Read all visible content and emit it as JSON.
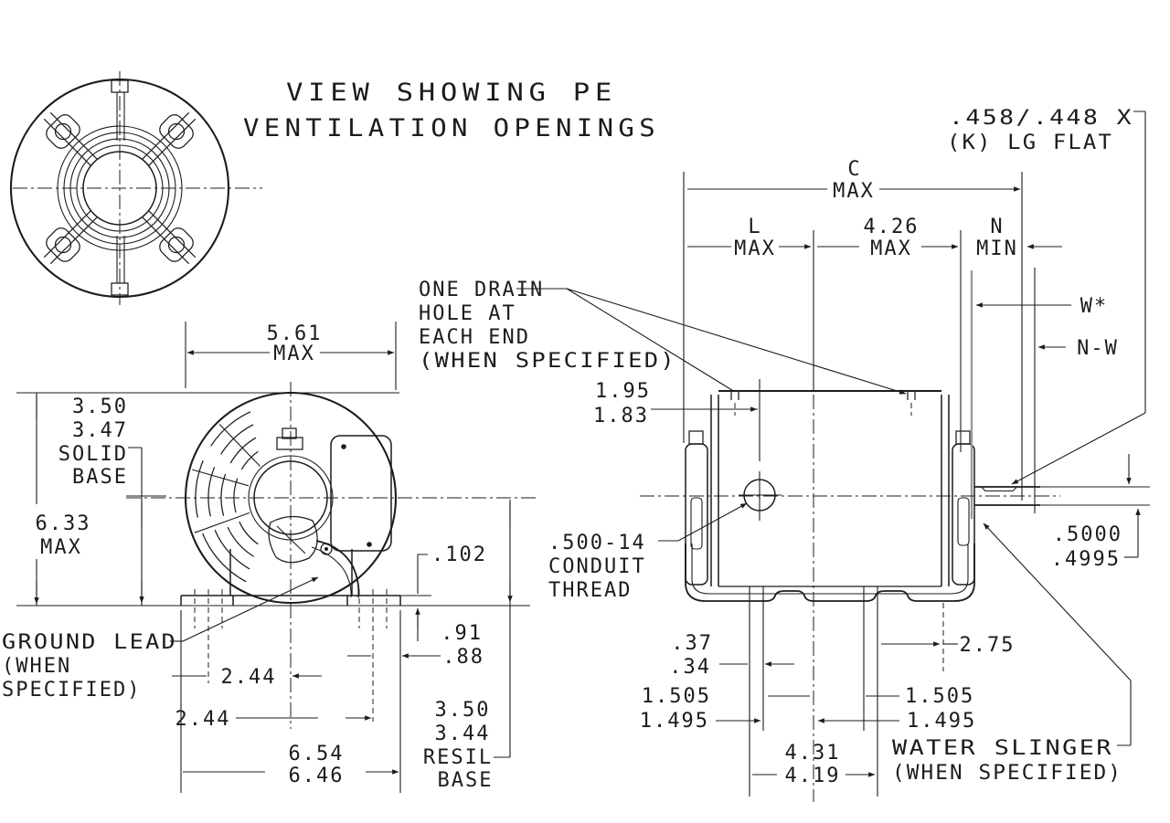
{
  "drawing": {
    "title": {
      "line1": "VIEW SHOWING PE",
      "line2": "VENTILATION OPENINGS"
    },
    "labels": {
      "shaft_flat_line1": ".458/.448 X",
      "shaft_flat_line2": "(K) LG FLAT",
      "c": "C",
      "c_max": "MAX",
      "l": "L",
      "l_max": "MAX",
      "dim_426": "4.26",
      "dim_426_max": "MAX",
      "n": "N",
      "n_min": "MIN",
      "w_flat": "W*",
      "n_minus_w": "N-W",
      "drain_line1": "ONE DRAIN",
      "drain_line2": "HOLE AT",
      "drain_line3": "EACH END",
      "drain_line4": "(WHEN SPECIFIED)",
      "dim_561": "5.61",
      "dim_561_max": "MAX",
      "dim_195": "1.95",
      "dim_183": "1.83",
      "solid_350": "3.50",
      "solid_347": "3.47",
      "solid_word1": "SOLID",
      "solid_word2": "BASE",
      "dim_633": "6.33",
      "dim_633_max": "MAX",
      "dim_102": ".102",
      "conduit_line1": ".500-14",
      "conduit_line2": "CONDUIT",
      "conduit_line3": "THREAD",
      "dim_91": ".91",
      "dim_88": ".88",
      "ground_line1": "GROUND LEAD",
      "ground_line2": "(WHEN",
      "ground_line3": " SPECIFIED)",
      "dim_244_upper": "2.44",
      "dim_244_lower": "2.44",
      "dim_654": "6.54",
      "dim_646": "6.46",
      "resil_350": "3.50",
      "resil_344": "3.44",
      "resil_word1": "RESIL",
      "resil_word2": "BASE",
      "dim_37": ".37",
      "dim_34": ".34",
      "dim_275": "2.75",
      "slot_left_1505": "1.505",
      "slot_left_1495": "1.495",
      "slot_right_1505": "1.505",
      "slot_right_1495": "1.495",
      "dim_431": "4.31",
      "dim_419": "4.19",
      "slinger_line1": "WATER SLINGER",
      "slinger_line2": "(WHEN SPECIFIED)",
      "shaft_dia_5000": ".5000",
      "shaft_dia_4995": ".4995"
    },
    "colors": {
      "line": "#1c1c1c",
      "background": "#ffffff",
      "muted": "#9a9a9a"
    }
  }
}
